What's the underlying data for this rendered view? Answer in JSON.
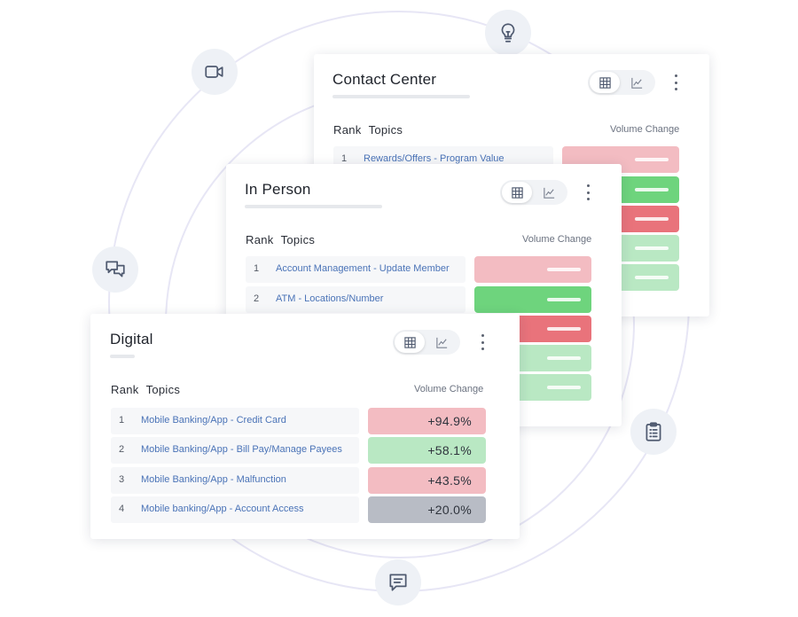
{
  "colors": {
    "pink": "#f3bcc2",
    "green": "#6ed47d",
    "red": "#e9737b",
    "light_green": "#b9e8c3",
    "gray": "#b8bcc5",
    "link": "#4a73b7",
    "ring": "#e7e6f5"
  },
  "orbit_icons": [
    "lightbulb-icon",
    "video-camera-icon",
    "chat-bubbles-icon",
    "clipboard-icon",
    "message-icon"
  ],
  "cards": {
    "contact_center": {
      "title": "Contact Center",
      "rank_label": "Rank",
      "topics_label": "Topics",
      "volume_label": "Volume Change",
      "rows": [
        {
          "rank": "1",
          "topic": "Rewards/Offers - Program Value"
        }
      ],
      "bar_colors": [
        "pink",
        "green",
        "red",
        "light_green",
        "light_green"
      ]
    },
    "in_person": {
      "title": "In Person",
      "rank_label": "Rank",
      "topics_label": "Topics",
      "volume_label": "Volume Change",
      "rows": [
        {
          "rank": "1",
          "topic": "Account Management - Update Member"
        },
        {
          "rank": "2",
          "topic": "ATM - Locations/Number"
        }
      ],
      "bar_colors": [
        "pink",
        "green",
        "red",
        "light_green",
        "light_green"
      ]
    },
    "digital": {
      "title": "Digital",
      "rank_label": "Rank",
      "topics_label": "Topics",
      "volume_label": "Volume Change",
      "rows": [
        {
          "rank": "1",
          "topic": "Mobile Banking/App - Credit Card",
          "change": "+94.9%",
          "color": "pink"
        },
        {
          "rank": "2",
          "topic": "Mobile Banking/App - Bill Pay/Manage Payees",
          "change": "+58.1%",
          "color": "light_green"
        },
        {
          "rank": "3",
          "topic": "Mobile Banking/App - Malfunction",
          "change": "+43.5%",
          "color": "pink"
        },
        {
          "rank": "4",
          "topic": "Mobile banking/App - Account Access",
          "change": "+20.0%",
          "color": "gray"
        }
      ]
    }
  }
}
